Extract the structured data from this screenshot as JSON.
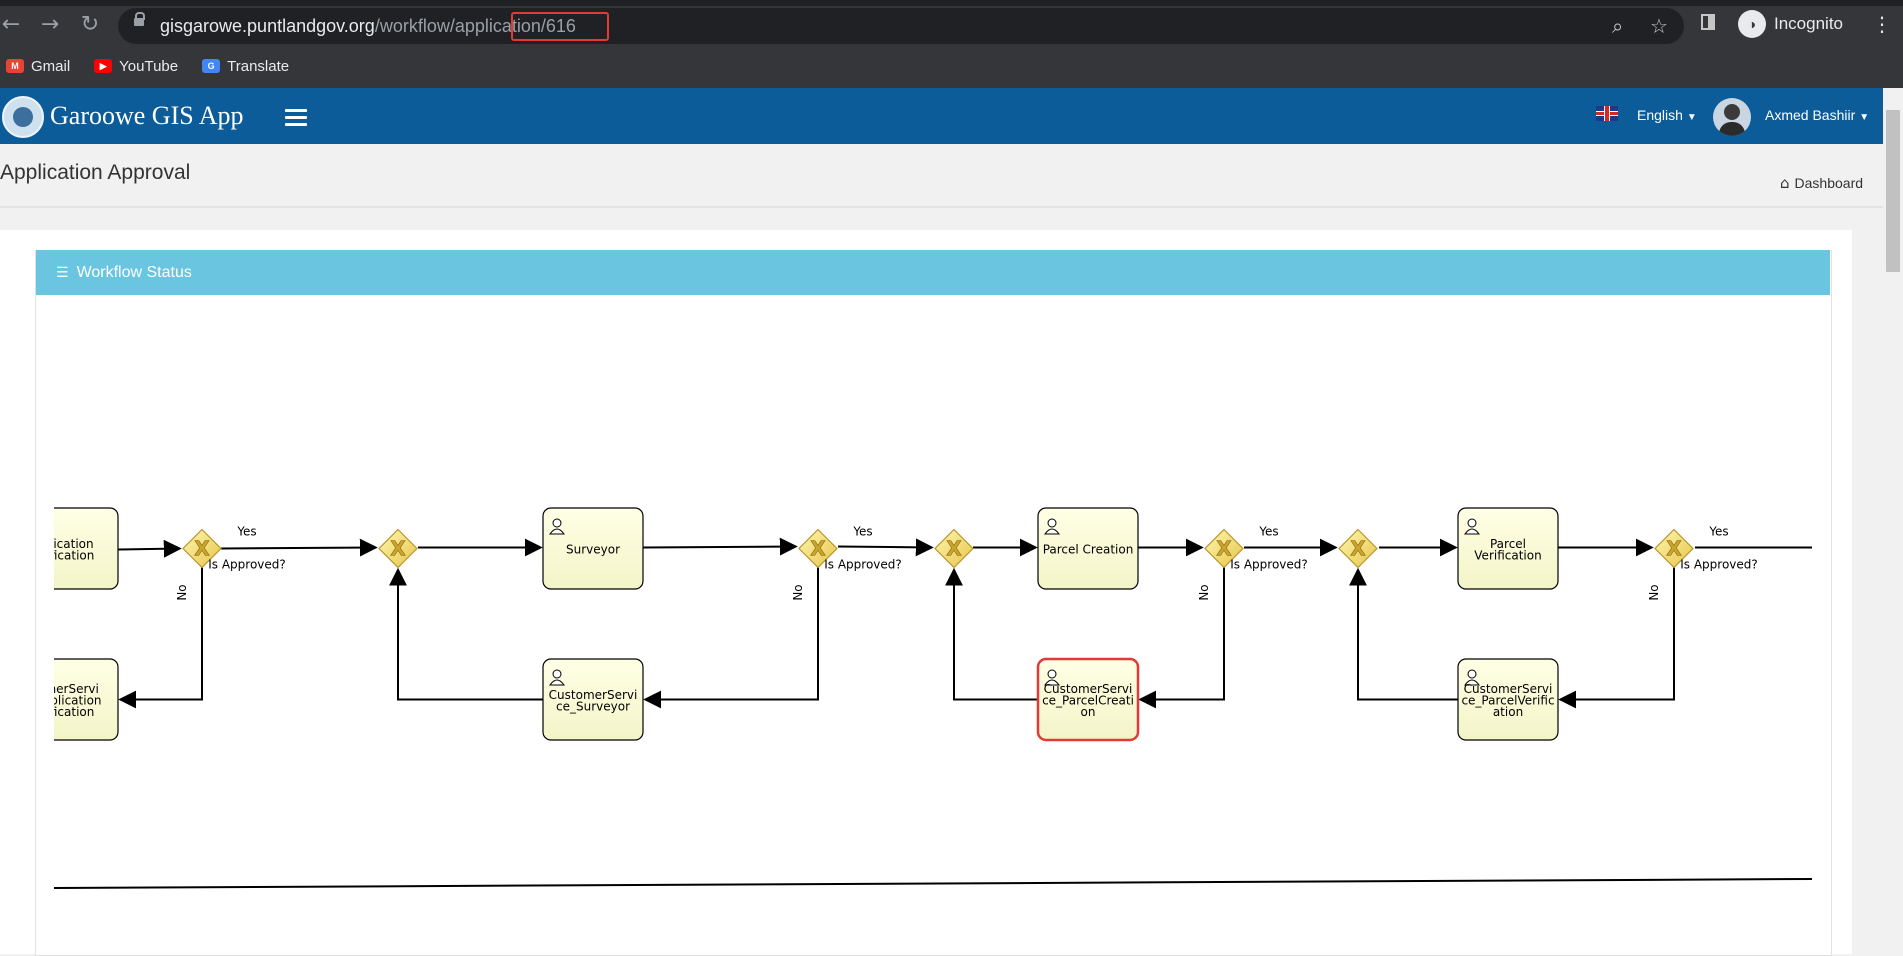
{
  "browser": {
    "url_host": "gisgarowe.puntlandgov.org",
    "url_path": "/workflow/application/616",
    "profile_label": "Incognito",
    "icons": [
      "back-icon",
      "forward-icon",
      "reload-icon",
      "lock-icon",
      "zoom-icon",
      "star-icon",
      "sidepanel-icon",
      "incognito-icon",
      "menu-icon"
    ],
    "bookmarks": [
      {
        "label": "Gmail",
        "color": "#ea4335",
        "icon": "gmail-icon"
      },
      {
        "label": "YouTube",
        "color": "#ff0000",
        "icon": "youtube-icon"
      },
      {
        "label": "Translate",
        "color": "#4285f4",
        "icon": "translate-icon"
      }
    ]
  },
  "app": {
    "title": "Garoowe GIS App",
    "language": "English",
    "user_name": "Axmed Bashiir",
    "brand_color": "#0b5c99"
  },
  "page": {
    "title": "Application Approval",
    "breadcrumb": "Dashboard"
  },
  "panel": {
    "title": "Workflow Status",
    "header_color": "#69c5e0"
  },
  "workflow": {
    "tasks_top": [
      {
        "lines": [
          "plication",
          "rification"
        ],
        "current": false
      },
      {
        "lines": [
          "Surveyor"
        ],
        "current": false
      },
      {
        "lines": [
          "Parcel Creation"
        ],
        "current": false
      },
      {
        "lines": [
          "Parcel",
          "Verification"
        ],
        "current": false
      }
    ],
    "tasks_bottom": [
      {
        "lines": [
          "omerServi",
          "Application",
          "rification"
        ],
        "current": false
      },
      {
        "lines": [
          "CustomerServi",
          "ce_Surveyor"
        ],
        "current": false
      },
      {
        "lines": [
          "CustomerServi",
          "ce_ParcelCreati",
          "on"
        ],
        "current": true
      },
      {
        "lines": [
          "CustomerServi",
          "ce_ParcelVerific",
          "ation"
        ],
        "current": false
      }
    ],
    "decision_label": "Is Approved?",
    "yes_label": "Yes",
    "no_label": "No",
    "current_color": "#e53935"
  }
}
